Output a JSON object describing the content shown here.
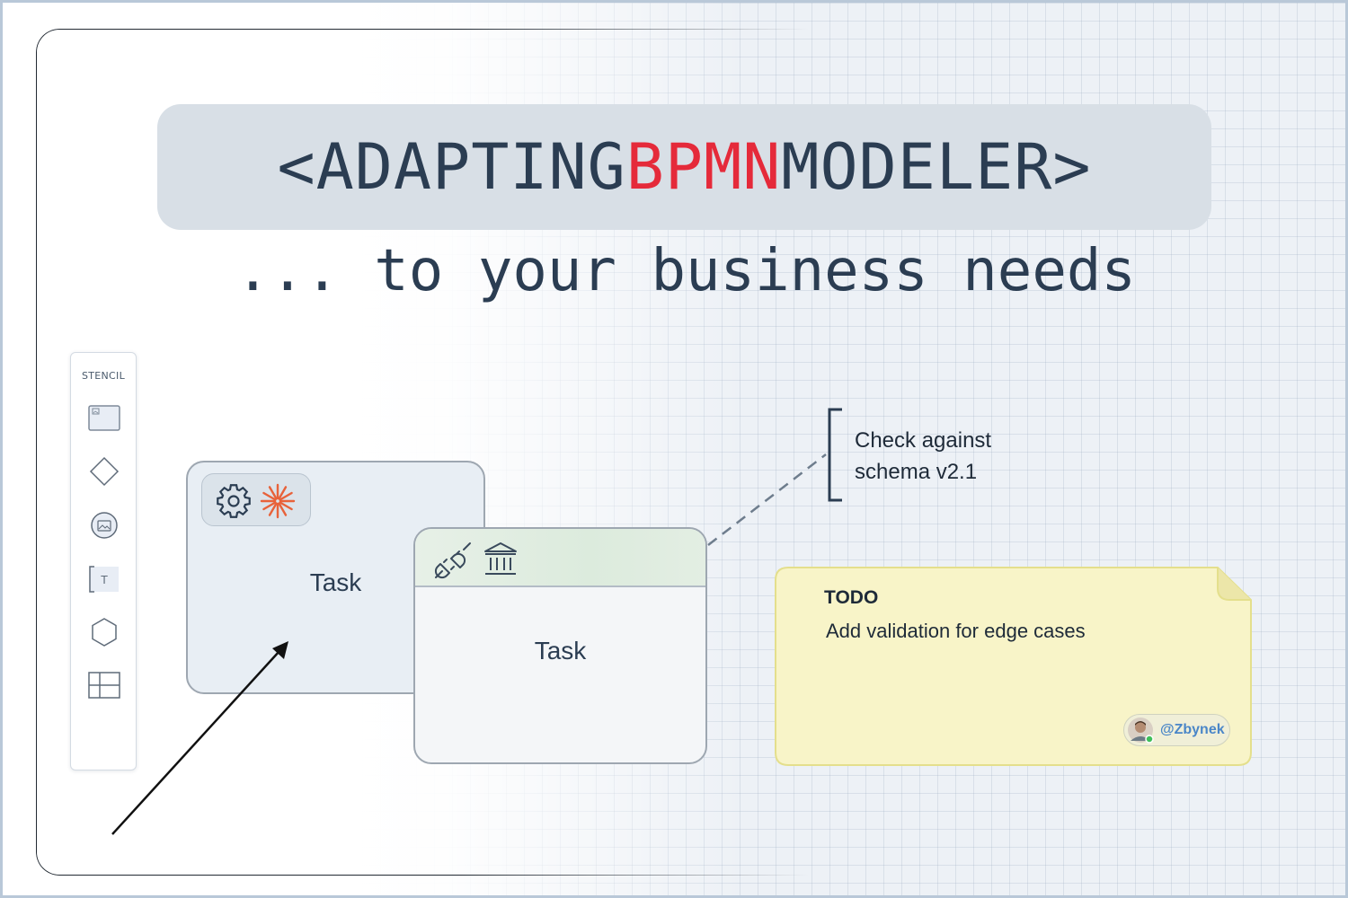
{
  "header": {
    "title_prefix": "<ADAPTING ",
    "title_accent": "BPMN",
    "title_suffix": " MODELER>",
    "subtitle": "... to your business needs",
    "accent_color": "#e52a3a",
    "text_color": "#2b3d52"
  },
  "stencil": {
    "title": "STENCIL",
    "tools": [
      {
        "name": "task-tool",
        "icon": "rectangle-image-icon"
      },
      {
        "name": "gateway-tool",
        "icon": "diamond-icon"
      },
      {
        "name": "image-tool",
        "icon": "circle-image-icon"
      },
      {
        "name": "text-annotation-tool",
        "icon": "text-bracket-icon",
        "glyph": "T"
      },
      {
        "name": "hexagon-tool",
        "icon": "hexagon-icon"
      },
      {
        "name": "table-tool",
        "icon": "table-icon"
      }
    ]
  },
  "tasks": [
    {
      "label": "Task",
      "icons": [
        "gear-icon",
        "asterisk-icon"
      ],
      "accent": "#e8623a"
    },
    {
      "label": "Task",
      "icons": [
        "plug-connector-icon",
        "bank-icon"
      ],
      "header_color": "#dcebdd"
    }
  ],
  "annotation": {
    "lines": [
      "Check against",
      "schema v2.1"
    ]
  },
  "note": {
    "title": "TODO",
    "body": "Add validation for edge cases",
    "mention": "@Zbynek",
    "background": "#f8f4c8",
    "border": "#e4df8c",
    "mention_color": "#4a86c8",
    "status_color": "#3fbf5a"
  }
}
